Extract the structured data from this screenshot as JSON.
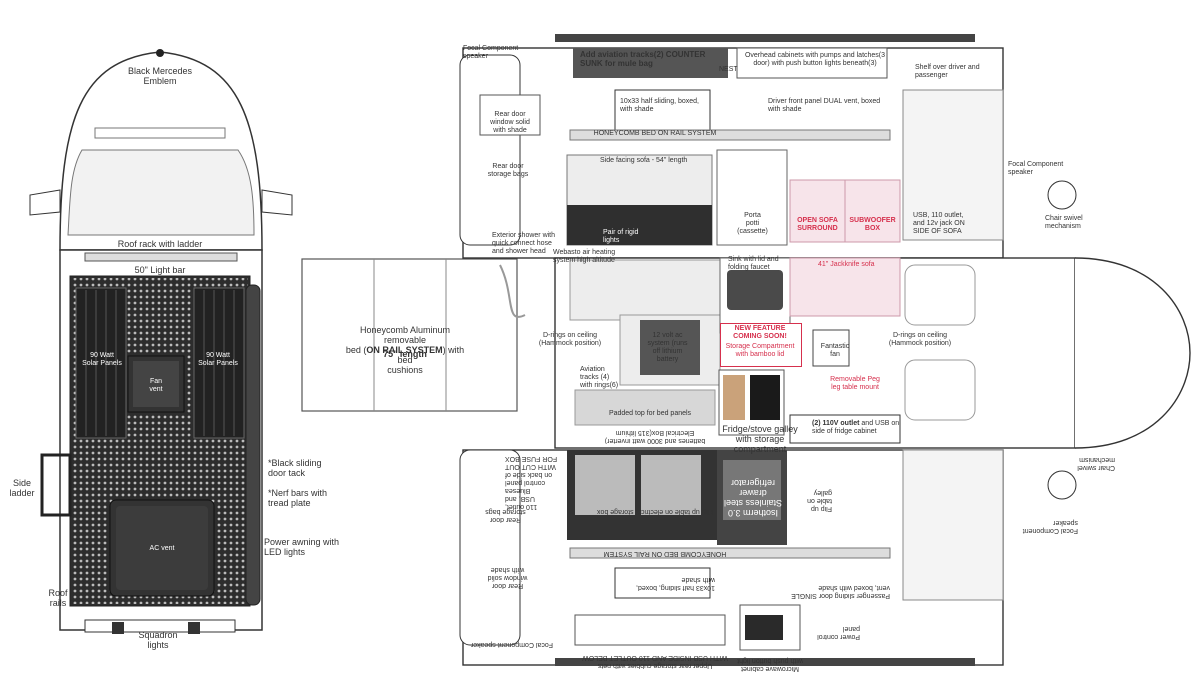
{
  "van_top": {
    "emblem": "Black Mercedes\nEmblem",
    "roof_rack": "Roof rack with ladder",
    "light_bar": "50\" Light bar",
    "solar_left": "90 Watt\nSolar Panels",
    "solar_right": "90 Watt\nSolar Panels",
    "fan_vent": "Fan\nvent",
    "ac_vent": "AC vent",
    "side_ladder": "Side\nladder",
    "roof_rails": "Roof\nrails",
    "squadron_lights": "Squadron\nlights"
  },
  "notes": {
    "sliding_door": "*Black sliding\ndoor tack",
    "nerf_bars": "*Nerf bars with\ntread plate",
    "awning": "Power awning with\nLED lights"
  },
  "bed": {
    "label_pre": "Honeycomb Aluminum removable\nbed (",
    "label_bold": "ON RAIL SYSTEM",
    "label_post": ") with bed\ncushions",
    "length": "75\" length"
  },
  "top_side": {
    "focal_speaker_left": "Focal Component speaker",
    "aviation_tracks": "Add aviation tracks(2) COUNTER SUNK for mule bag",
    "nest": "NEST",
    "overhead_cabinets": "Overhead cabinets with pumps and latches(3 door) with push button lights beneath(3)",
    "shelf": "Shelf over driver and\npassenger",
    "half_sliding": "10x33 half sliding, boxed,\nwith shade",
    "driver_panel": "Driver front panel DUAL vent, boxed\nwith shade",
    "rear_door_window": "Rear door\nwindow solid\nwith shade",
    "rear_door_bags": "Rear door\nstorage bags",
    "honeycomb_rail": "HONEYCOMB BED ON RAIL SYSTEM",
    "side_sofa": "Side facing sofa - 54\" length",
    "porta_potti": "Porta\npotti\n(cassette)",
    "open_sofa": "OPEN SOFA\nSURROUND",
    "subwoofer": "SUBWOOFER\nBOX",
    "usb_110": "USB, 110 outlet,\nand 12v jack ON\nSIDE OF SOFA",
    "focal_speaker_right": "Focal Component\nspeaker",
    "chair_swivel": "Chair swivel\nmechanism",
    "rigid_lights": "Pair of rigid\nlights",
    "exterior_shower": "Exterior shower with\nquick connect hose\nand shower head",
    "webasto": "Webasto air heating\nsystem high altitude"
  },
  "floor": {
    "sink": "Sink with lid and\nfolding faucet",
    "jackknife": "41\" Jackknife sofa",
    "d_rings_left": "D-rings on ceiling\n(Hammock position)",
    "d_rings_right": "D-rings on ceiling\n(Hammock position)",
    "ac_system": "12 volt ac\nsystem (runs\noff lithium\nbattery",
    "new_feature_title": "NEW FEATURE\nCOMING SOON!",
    "new_feature_body": "Storage Compartment\nwith bamboo lid",
    "fantastic_fan": "Fantastic\nfan",
    "peg_table": "Removable Peg\nleg table mount",
    "aviation_rings": "Aviation\ntracks (4)\nwith rings(6)",
    "padded_top": "Padded top for bed panels",
    "fridge_galley": "Fridge/stove galley\nwith storage\ncompartment",
    "outlet_110_bold": "(2) 110V outlet",
    "outlet_110_rest": " and USB on\nside of fridge cabinet"
  },
  "bottom_side": {
    "batteries": "batteries and 3000 watt inverter)\nElectrical Box(315 lithium",
    "cut_box": "110 outlet,\nUSB, and\nBluesea\ncontrol panel\non back side of\nWITH CUT OUT\nFOR FUSE BOX",
    "flip_table": "Flip up table on electrical storage box",
    "fridge": "Isotherm 3.0\nStainless steel\ndrawer\nrefrigerator",
    "flip_galley": "Flip up\ntable on\ngalley",
    "chair_swivel": "Chair swivel\nmechanism",
    "door_bags": "Rear door\nstorage bags",
    "rear_window": "Rear door\nwindow solid\nwith shade",
    "honeycomb_rail": "HONEYCOMB BED ON RAIL SYSTEM",
    "half_sliding": "10x33 half sliding, boxed,\nwith shade",
    "passenger_door": "Passenger sliding door SINGLE\nvent, boxed with shade",
    "focal_speaker_right": "Focal Component\nspeaker",
    "power_panel": "Power control\npanel",
    "focal_speaker_left": "Focal Component speaker",
    "storage_cubbies": "Upper rear storage cubbies with nets\nWITH USB INSIDE AND 110 OUTLET BELOW",
    "microwave": "Microwave cabinet\nwith push button light"
  },
  "colors": {
    "dark": "#4a4a4a",
    "accent_red": "#d6304d",
    "pink": "#f7e4ea"
  }
}
